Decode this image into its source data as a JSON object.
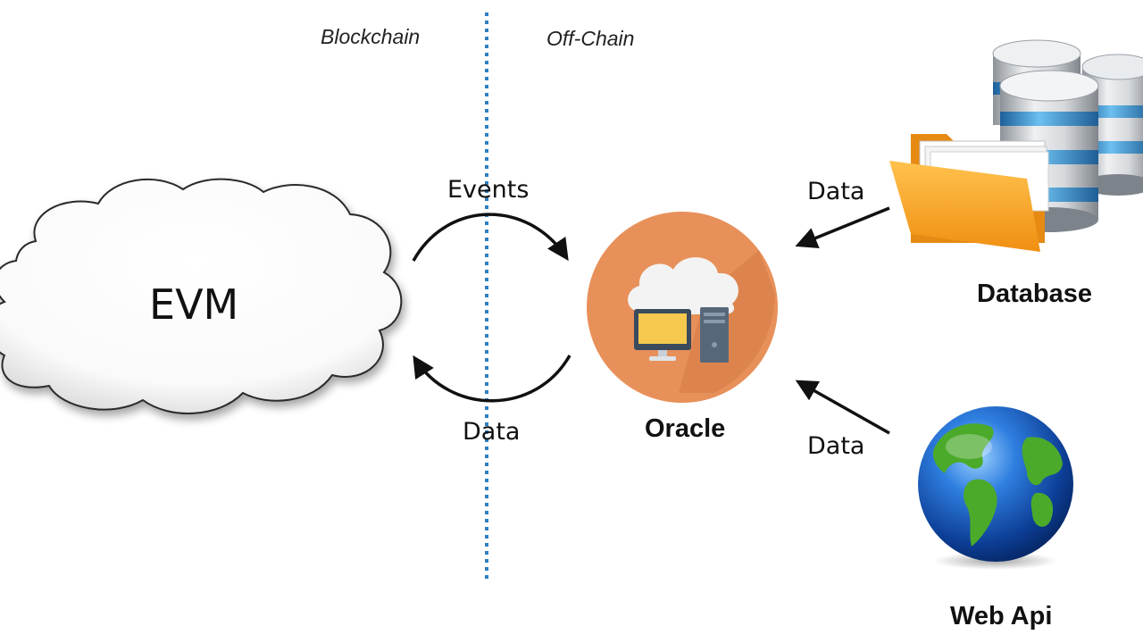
{
  "regions": {
    "left": "Blockchain",
    "right": "Off-Chain"
  },
  "nodes": {
    "evm": "EVM",
    "oracle": "Oracle",
    "database": "Database",
    "web_api": "Web Api"
  },
  "edges": {
    "evm_to_oracle": "Events",
    "oracle_to_evm": "Data",
    "database_to_oracle": "Data",
    "webapi_to_oracle": "Data"
  },
  "colors": {
    "divider": "#2e7fc1",
    "oracle_circle": "#e8905a",
    "oracle_shadow": "#d47a46",
    "folder": "#f7a52c",
    "database_disk": "#c9cdd2",
    "database_band": "#3d9ad6",
    "globe_ocean": "#1c64c7",
    "globe_land": "#4caa2b"
  }
}
